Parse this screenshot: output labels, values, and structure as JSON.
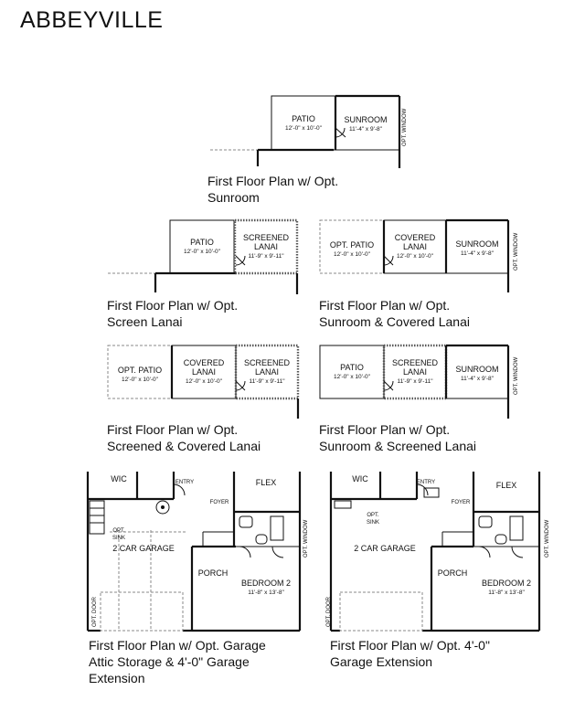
{
  "title": "ABBEYVILLE",
  "captions": {
    "c1": [
      "First Floor Plan w/ Opt.",
      "Sunroom"
    ],
    "c2": [
      "First Floor Plan w/ Opt.",
      "Screen Lanai"
    ],
    "c3": [
      "First Floor Plan w/ Opt.",
      "Sunroom & Covered Lanai"
    ],
    "c4": [
      "First Floor Plan w/ Opt.",
      "Screened & Covered Lanai"
    ],
    "c5": [
      "First Floor Plan w/ Opt.",
      "Sunroom & Screened Lanai"
    ],
    "c6": [
      "First Floor Plan w/ Opt. Garage",
      "Attic Storage & 4'-0\" Garage",
      "Extension"
    ],
    "c7": [
      "First Floor Plan w/ Opt. 4'-0\"",
      "Garage Extension"
    ]
  },
  "rooms": {
    "patio": "PATIO",
    "opt_patio": "OPT. PATIO",
    "sunroom": "SUNROOM",
    "screened": "SCREENED",
    "covered": "COVERED",
    "lanai": "LANAI",
    "opt_window": "OPT. WINDOW",
    "wic": "WIC",
    "entry": "ENTRY",
    "flex": "FLEX",
    "foyer": "FOYER",
    "opt_sink_1": "OPT.",
    "opt_sink_2": "SINK",
    "garage": "2 CAR GARAGE",
    "porch": "PORCH",
    "bedroom2": "BEDROOM 2",
    "opt_door": "OPT. DOOR"
  },
  "dims": {
    "patio": "12'-0\" x 10'-0\"",
    "sunroom": "11'-4\" x 9'-8\"",
    "screened": "11'-9\" x 9'-11\"",
    "covered": "12'-0\" x 10'-0\"",
    "bedroom2": "11'-8\" x 13'-8\""
  }
}
